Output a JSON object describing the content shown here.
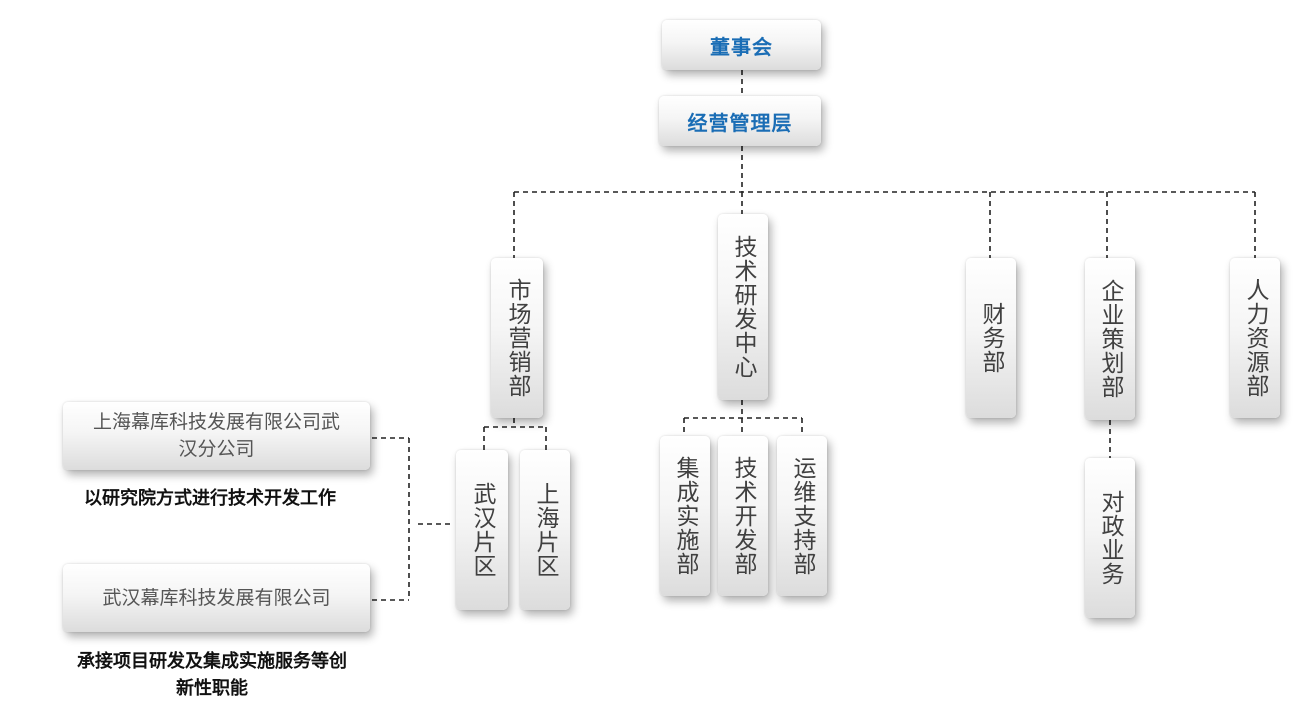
{
  "top": {
    "board": "董事会",
    "management": "经营管理层"
  },
  "departments": {
    "marketing": "市场营销部",
    "rnd_center": "技术研发中心",
    "finance": "财务部",
    "planning": "企业策划部",
    "hr": "人力资源部"
  },
  "marketing_units": {
    "wuhan": "武汉片区",
    "shanghai": "上海片区"
  },
  "rnd_units": {
    "integration": "集成实施部",
    "tech_dev": "技术开发部",
    "ops": "运维支持部"
  },
  "planning_units": {
    "gov": "对政业务"
  },
  "subsidiaries": [
    {
      "name": "上海幕库科技发展有限公司武汉分公司",
      "desc": "以研究院方式进行技术开发工作"
    },
    {
      "name": "武汉幕库科技发展有限公司",
      "desc": "承接项目研发及集成实施服务等创新性职能"
    }
  ],
  "colors": {
    "accent": "#1a6db5",
    "connector": "#222222"
  }
}
